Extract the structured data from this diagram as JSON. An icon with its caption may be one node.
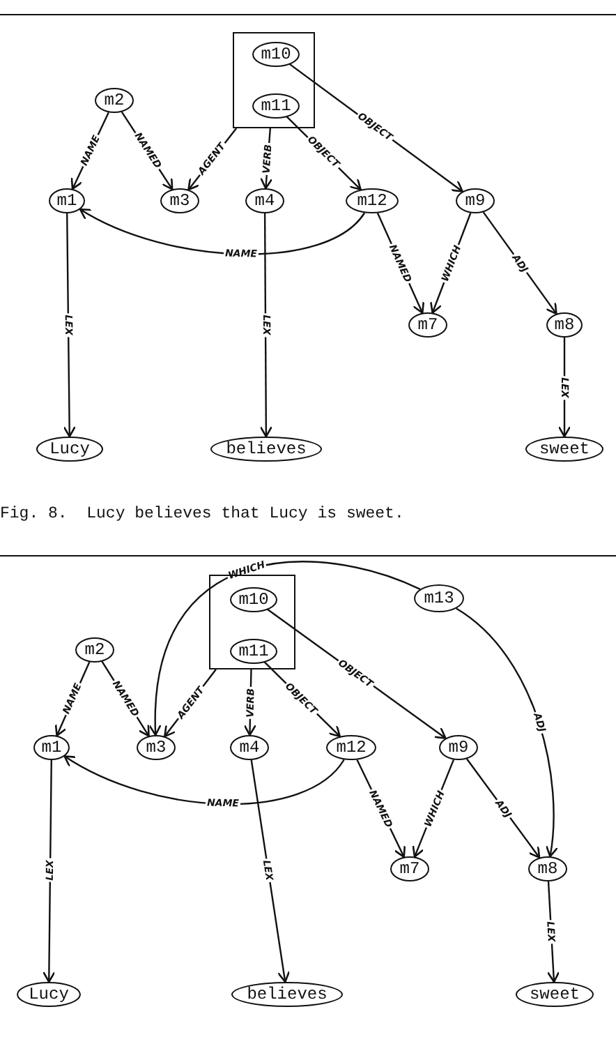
{
  "diagram": {
    "caption": "Fig. 8.  Lucy believes that Lucy is sweet.",
    "nodes": [
      {
        "text": [],
        "shape": "box"
      },
      {
        "text": [
          "m10"
        ],
        "in": 0
      },
      {
        "text": [
          "m11"
        ],
        "in": 0
      },
      {
        "text": [
          "m2"
        ]
      },
      {
        "text": [
          "m1"
        ]
      },
      {
        "text": [
          "m3"
        ]
      },
      {
        "text": [
          "m4"
        ]
      },
      {
        "text": [
          "m12"
        ]
      },
      {
        "text": [
          "m9"
        ]
      },
      {
        "text": [
          "m7"
        ]
      },
      {
        "text": [
          "m8"
        ]
      },
      {
        "text": [
          "Lucy"
        ]
      },
      {
        "text": [
          "believes"
        ]
      },
      {
        "text": [
          "sweet"
        ]
      },
      {
        "text": [],
        "shape": "box"
      },
      {
        "text": [
          "m10"
        ],
        "in": 14
      },
      {
        "text": [
          "m11"
        ],
        "in": 14
      },
      {
        "text": [
          "m13"
        ]
      },
      {
        "text": [
          "m2"
        ]
      },
      {
        "text": [
          "m1"
        ]
      },
      {
        "text": [
          "m3"
        ]
      },
      {
        "text": [
          "m4"
        ]
      },
      {
        "text": [
          "m12"
        ]
      },
      {
        "text": [
          "m9"
        ]
      },
      {
        "text": [
          "m7"
        ]
      },
      {
        "text": [
          "m8"
        ]
      },
      {
        "text": [
          "Lucy"
        ]
      },
      {
        "text": [
          "believes"
        ]
      },
      {
        "text": [
          "sweet"
        ]
      }
    ],
    "edges": [
      {
        "from": 3,
        "to": 4,
        "arrow": "to",
        "label": "NAME"
      },
      {
        "from": 3,
        "to": 5,
        "arrow": "to",
        "label": "NAMED"
      },
      {
        "from": 0,
        "to": 5,
        "arrow": "to",
        "label": "AGENT"
      },
      {
        "from": 0,
        "to": 6,
        "arrow": "to",
        "label": "VERB"
      },
      {
        "from": 2,
        "to": 7,
        "arrow": "to",
        "label": "OBJECT"
      },
      {
        "from": 1,
        "to": 8,
        "arrow": "to",
        "label": "OBJECT"
      },
      {
        "from": 7,
        "to": 4,
        "arrow": "to",
        "label": "NAME"
      },
      {
        "from": 7,
        "to": 9,
        "arrow": "to",
        "label": "NAMED"
      },
      {
        "from": 8,
        "to": 9,
        "arrow": "to",
        "label": "WHICH"
      },
      {
        "from": 8,
        "to": 10,
        "arrow": "to",
        "label": "ADJ"
      },
      {
        "from": 4,
        "to": 11,
        "arrow": "to",
        "label": "LEX"
      },
      {
        "from": 6,
        "to": 12,
        "arrow": "to",
        "label": "LEX"
      },
      {
        "from": 10,
        "to": 13,
        "arrow": "to",
        "label": "LEX"
      },
      {
        "from": 18,
        "to": 19,
        "arrow": "to",
        "label": "NAME"
      },
      {
        "from": 18,
        "to": 20,
        "arrow": "to",
        "label": "NAMED"
      },
      {
        "from": 14,
        "to": 20,
        "arrow": "to",
        "label": "AGENT"
      },
      {
        "from": 14,
        "to": 21,
        "arrow": "to",
        "label": "VERB"
      },
      {
        "from": 16,
        "to": 22,
        "arrow": "to",
        "label": "OBJECT"
      },
      {
        "from": 15,
        "to": 23,
        "arrow": "to",
        "label": "OBJECT"
      },
      {
        "from": 22,
        "to": 19,
        "arrow": "to",
        "label": "NAME"
      },
      {
        "from": 22,
        "to": 24,
        "arrow": "to",
        "label": "NAMED"
      },
      {
        "from": 23,
        "to": 24,
        "arrow": "to",
        "label": "WHICH"
      },
      {
        "from": 23,
        "to": 25,
        "arrow": "to",
        "label": "ADJ"
      },
      {
        "from": 19,
        "to": 26,
        "arrow": "to",
        "label": "LEX"
      },
      {
        "from": 21,
        "to": 27,
        "arrow": "to",
        "label": "LEX"
      },
      {
        "from": 25,
        "to": 28,
        "arrow": "to",
        "label": "LEX"
      },
      {
        "from": 17,
        "to": 20,
        "arrow": "to",
        "label": "WHICH"
      },
      {
        "from": 17,
        "to": 25,
        "arrow": "to",
        "label": "ADJ"
      }
    ]
  }
}
